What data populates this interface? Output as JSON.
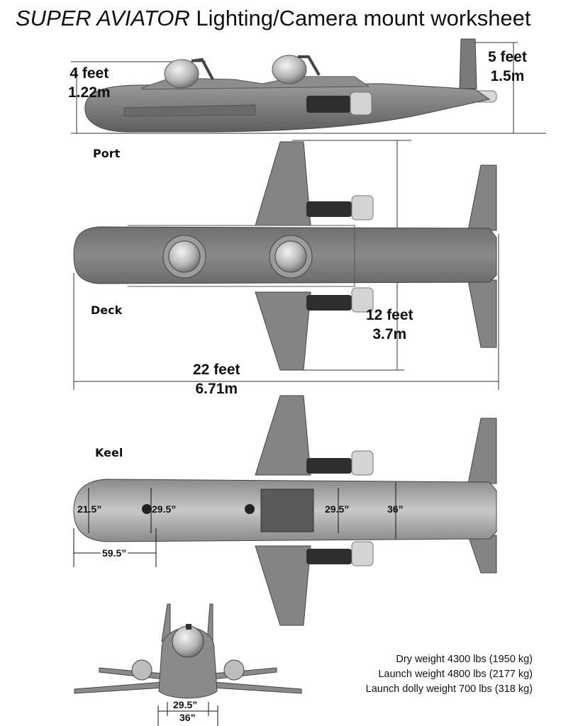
{
  "title": {
    "brand": "SUPER AVIATOR",
    "rest": " Lighting/Camera mount worksheet"
  },
  "dimensions": {
    "height_ft": "4 feet",
    "height_m": "1.22m",
    "tail_ft": "5 feet",
    "tail_m": "1.5m",
    "wingspan_ft": "12 feet",
    "wingspan_m": "3.7m",
    "length_ft": "22 feet",
    "length_m": "6.71m"
  },
  "views": {
    "port": "Port",
    "deck": "Deck",
    "keel": "Keel"
  },
  "keel_measurements": {
    "nose_width": "21.5”",
    "front_width": "29.5”",
    "mid_width": "29.5”",
    "rear_width": "36”",
    "nose_offset": "59.5”"
  },
  "front_measurements": {
    "inner": "29.5”",
    "outer": "36”"
  },
  "specs": [
    "Dry weight 4300 lbs (1950 kg)",
    "Launch weight 4800 lbs (2177 kg)",
    "Launch dolly weight 700 lbs (318 kg)"
  ]
}
